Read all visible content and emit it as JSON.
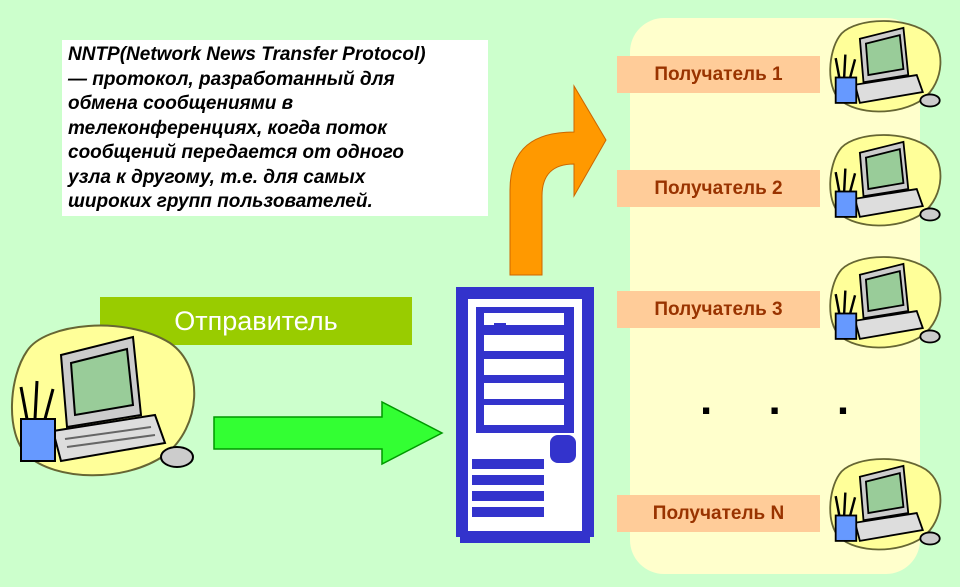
{
  "description": {
    "lines": [
      "NNTP(Network News Transfer Protocol)",
      "— протокол, разработанный для",
      "обмена сообщениями в",
      "телеконференциях, когда поток",
      "сообщений передается от одного",
      "узла к другому, т.е. для самых",
      "широких групп пользователей."
    ]
  },
  "sender": {
    "label": "Отправитель"
  },
  "receivers": [
    {
      "label": "Получатель 1"
    },
    {
      "label": "Получатель 2"
    },
    {
      "label": "Получатель 3"
    },
    {
      "label": "Получатель N"
    }
  ],
  "ellipsis": ". . .",
  "colors": {
    "background": "#ccffcc",
    "panel": "#ffffcc",
    "sender_box": "#99cc00",
    "receiver_box": "#ffcc99",
    "receiver_text": "#993300",
    "server_blue": "#3333cc",
    "arrow_green": "#33ff33",
    "arrow_orange": "#ff9900"
  },
  "icons": [
    "computer-icon",
    "server-icon",
    "arrow-right-icon",
    "arrow-up-right-icon"
  ]
}
